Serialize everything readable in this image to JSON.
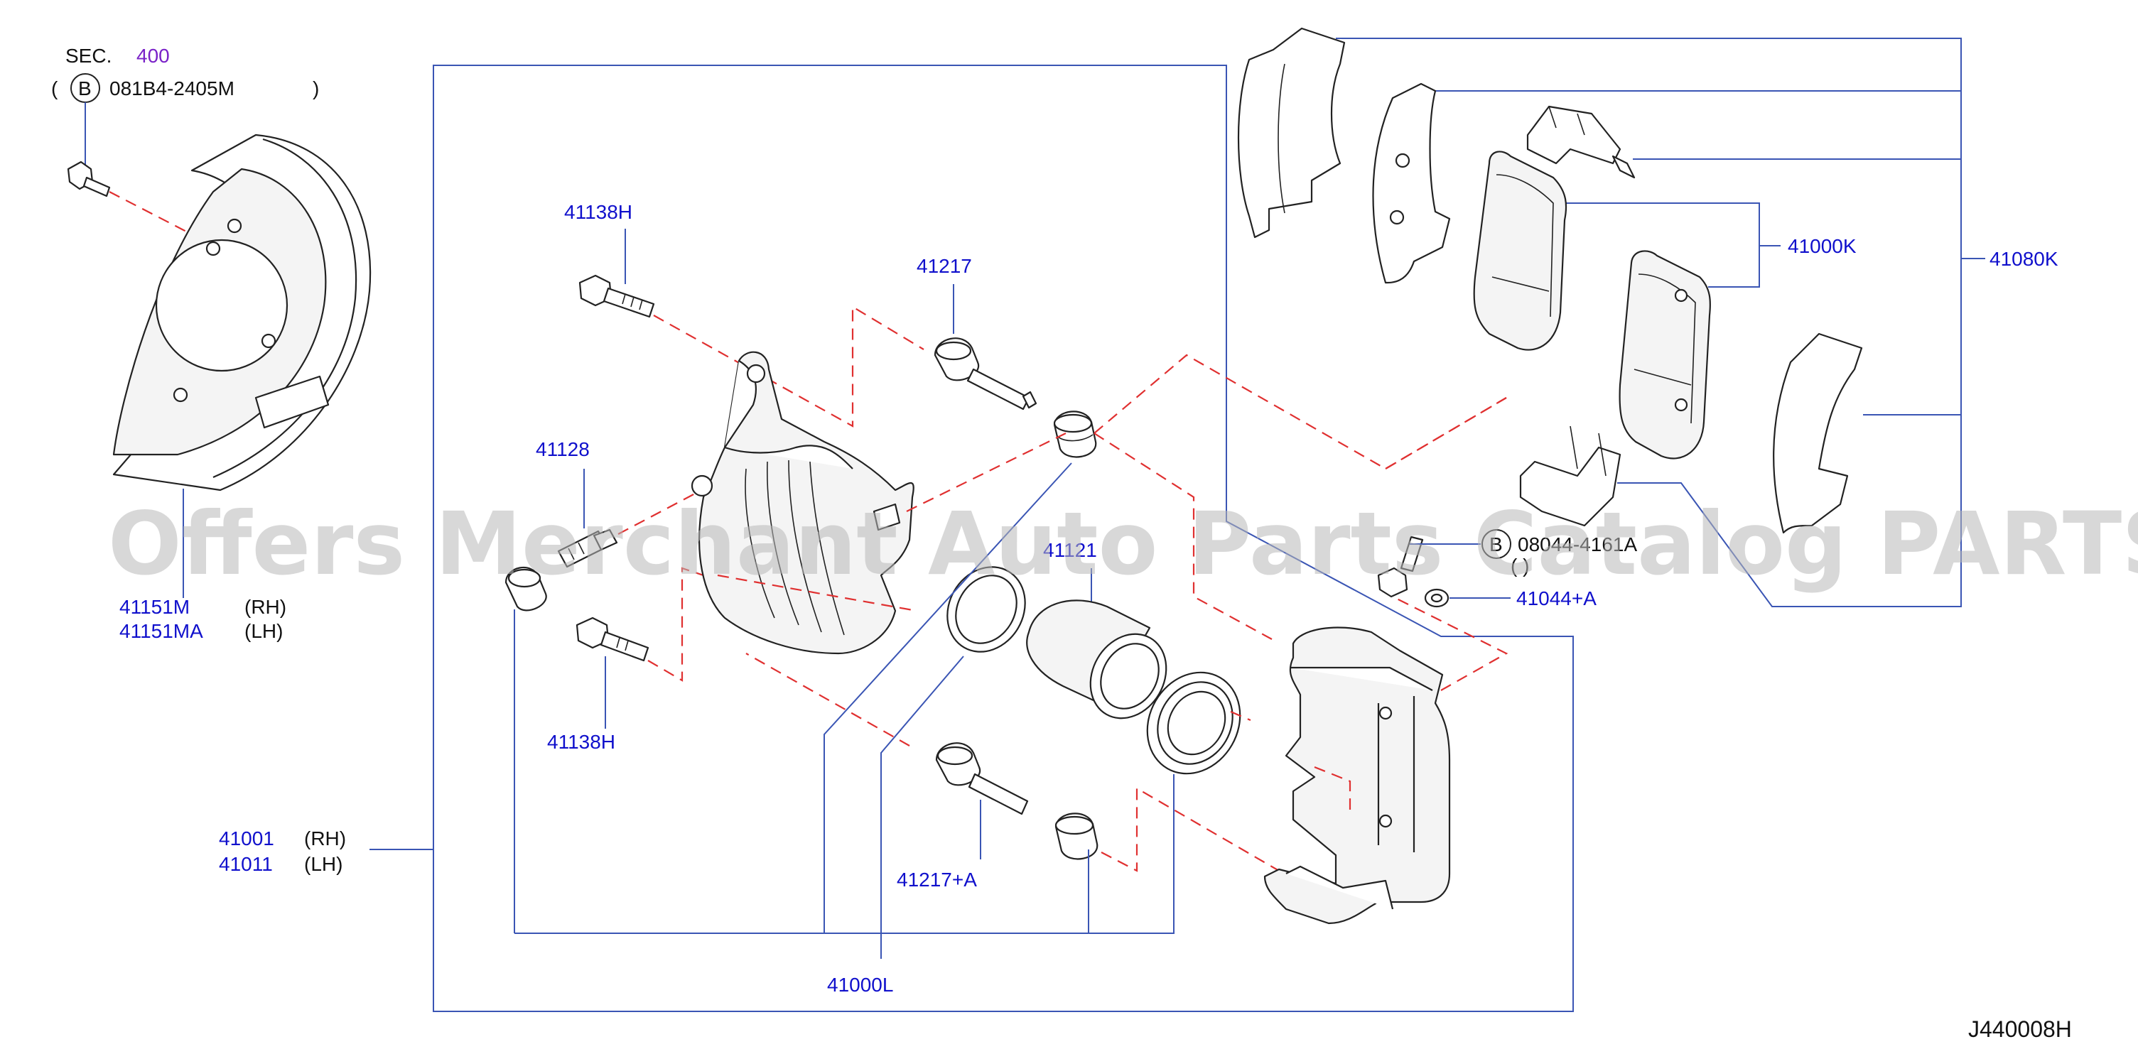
{
  "section": {
    "prefix": "SEC.",
    "number": "400"
  },
  "bolt_ref": {
    "circle_letter": "B",
    "code": "081B4-2405M",
    "open_paren": "(",
    "close_paren": ")"
  },
  "labels": {
    "p41138h_top": "41138H",
    "p41138h_bottom": "41138H",
    "p41217": "41217",
    "p41128": "41128",
    "p41151m": "41151M",
    "p41151m_side": "(RH)",
    "p41151ma": "41151MA",
    "p41151ma_side": "(LH)",
    "p41001": "41001",
    "p41001_side": "(RH)",
    "p41011": "41011",
    "p41011_side": "(LH)",
    "p41217a": "41217+A",
    "p41000l": "41000L",
    "p41121": "41121",
    "p41000k": "41000K",
    "p41080k": "41080K",
    "p41044a": "41044+A",
    "p_bolt_b": "B",
    "p_bolt_code": "08044-4161A",
    "p_bolt_paren": "( )"
  },
  "watermark": "Offers Merchant Auto Parts Catalog PARTSTORE.SA",
  "diagram_code": "J440008H",
  "colors": {
    "label": "#1010cc",
    "leader": "#3a55b4",
    "dashed": "#e03030",
    "watermark": "#b8b8b8",
    "section_number": "#7a22c8"
  }
}
